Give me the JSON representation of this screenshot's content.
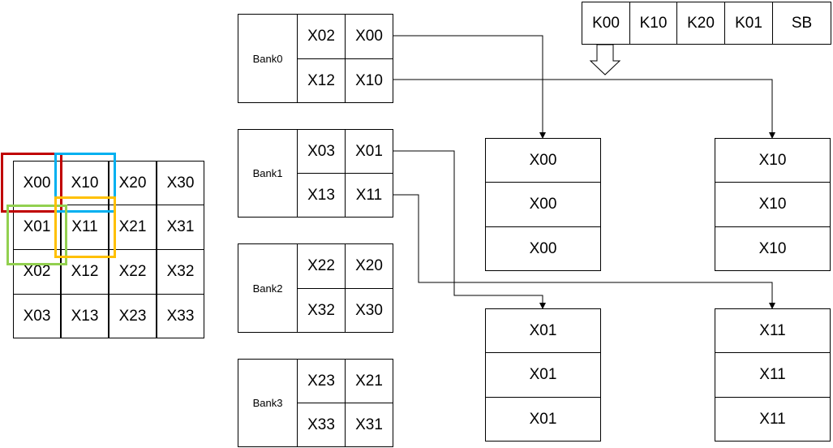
{
  "matrix": {
    "rows": [
      [
        "X00",
        "X10",
        "X20",
        "X30"
      ],
      [
        "X01",
        "X11",
        "X21",
        "X31"
      ],
      [
        "X02",
        "X12",
        "X22",
        "X32"
      ],
      [
        "X03",
        "X13",
        "X23",
        "X33"
      ]
    ],
    "window_colors": {
      "red": "#c00000",
      "blue": "#00b0f0",
      "green": "#92d050",
      "yellow": "#ffc000"
    }
  },
  "banks": [
    {
      "label": "Bank0",
      "cells": [
        [
          "X02",
          "X00"
        ],
        [
          "X12",
          "X10"
        ]
      ]
    },
    {
      "label": "Bank1",
      "cells": [
        [
          "X03",
          "X01"
        ],
        [
          "X13",
          "X11"
        ]
      ]
    },
    {
      "label": "Bank2",
      "cells": [
        [
          "X22",
          "X20"
        ],
        [
          "X32",
          "X30"
        ]
      ]
    },
    {
      "label": "Bank3",
      "cells": [
        [
          "X23",
          "X21"
        ],
        [
          "X33",
          "X31"
        ]
      ]
    }
  ],
  "kernel_row": [
    "K00",
    "K10",
    "K20",
    "K01",
    "SB"
  ],
  "outputs": [
    {
      "cells": [
        "X00",
        "X00",
        "X00"
      ]
    },
    {
      "cells": [
        "X10",
        "X10",
        "X10"
      ]
    },
    {
      "cells": [
        "X01",
        "X01",
        "X01"
      ]
    },
    {
      "cells": [
        "X11",
        "X11",
        "X11"
      ]
    }
  ]
}
